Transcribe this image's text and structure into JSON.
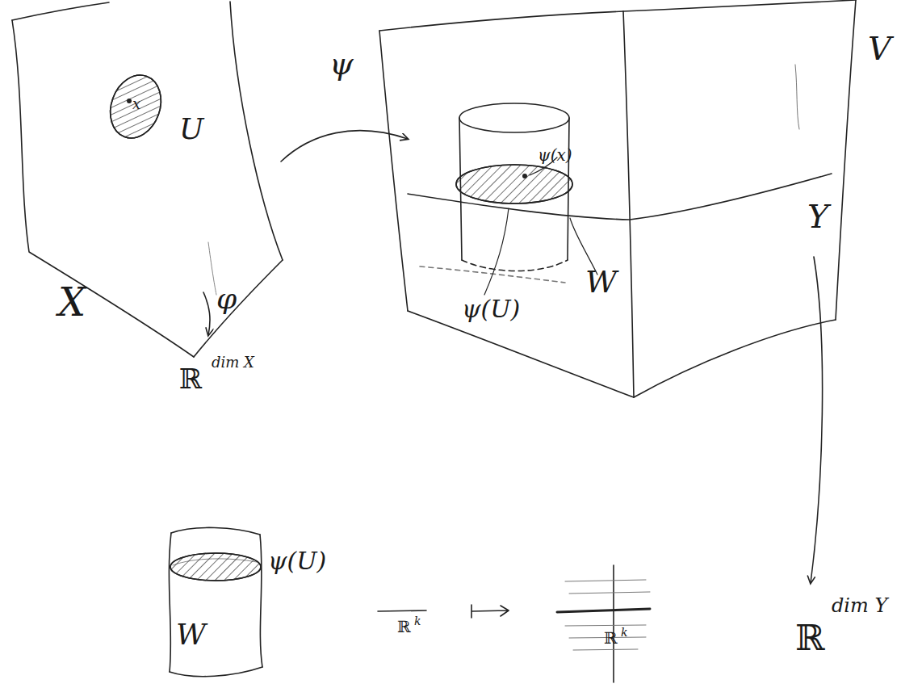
{
  "diagram": {
    "labels": [
      "ψ",
      "x",
      "U",
      "X",
      "φ",
      "ℝ",
      "dim X",
      "V",
      "ψ(x)",
      "Y",
      "ψ(U)",
      "W",
      "ℝ",
      "dim Y",
      "ψ(U)",
      "W",
      "ℝ",
      "k",
      "ℝ",
      "k"
    ]
  }
}
